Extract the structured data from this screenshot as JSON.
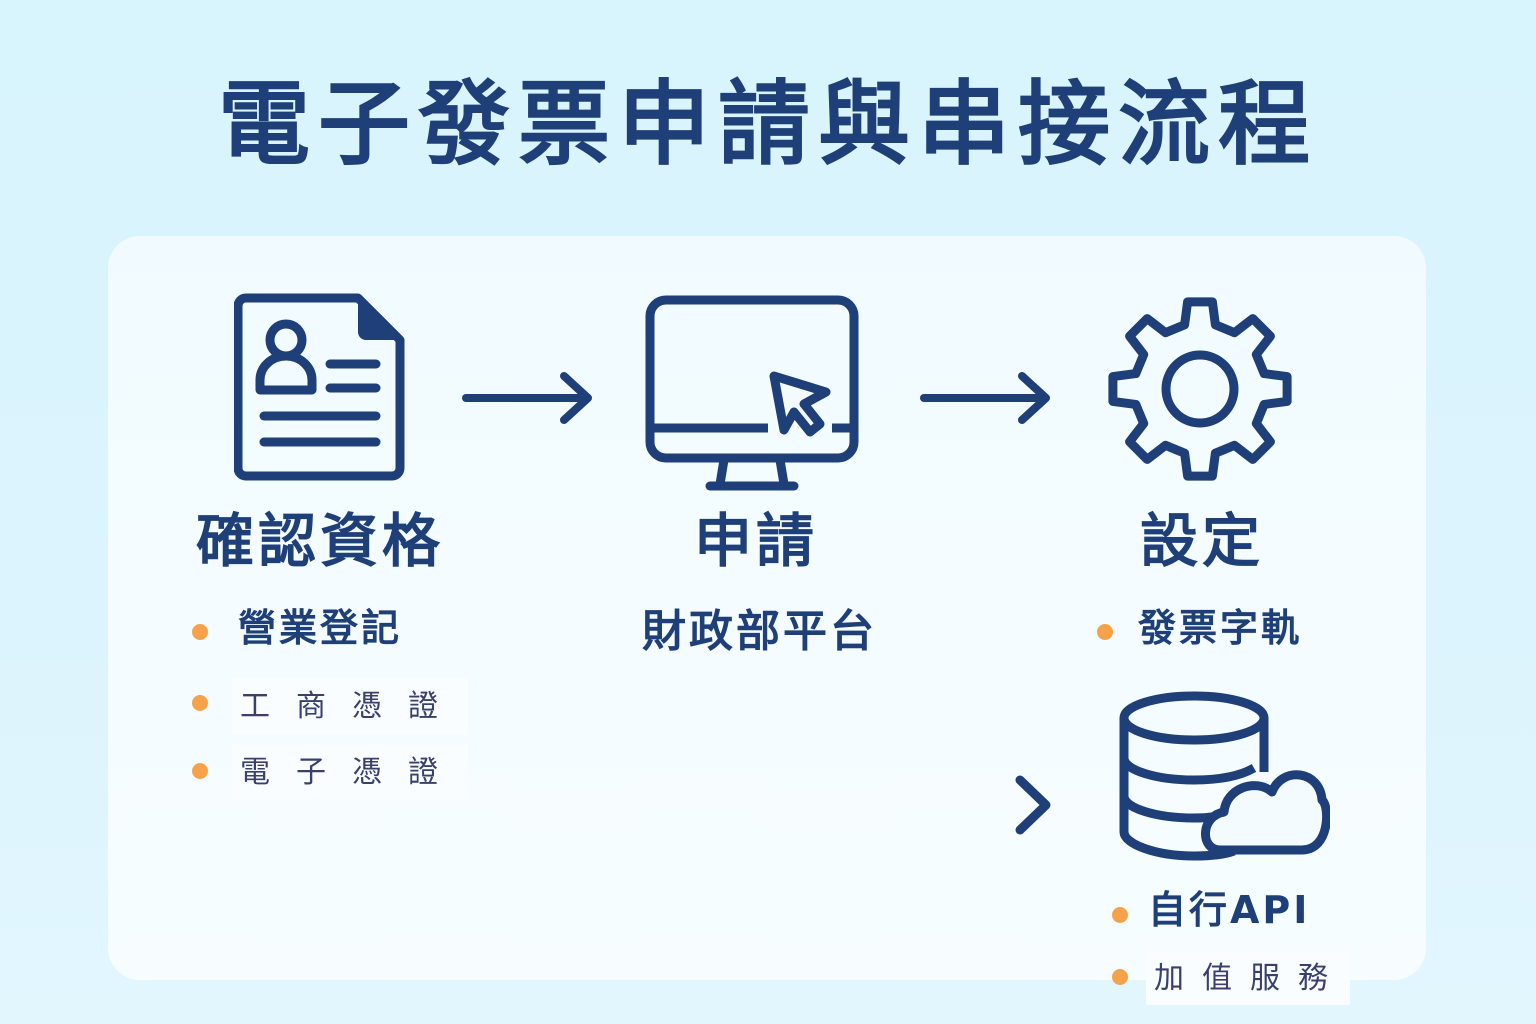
{
  "title": "電子發票申請與串接流程",
  "steps": [
    {
      "icon": "document-id-icon",
      "label": "確認資格",
      "items": [
        "營業登記",
        "工商憑證",
        "電子憑證"
      ]
    },
    {
      "icon": "monitor-cursor-icon",
      "label": "申請",
      "subtitle": "財政部平台"
    },
    {
      "icon": "gear-icon",
      "label": "設定",
      "items": [
        "發票字軌"
      ]
    }
  ],
  "integration": {
    "icon": "database-cloud-icon",
    "items": [
      "自行API",
      "加值服務"
    ]
  },
  "colors": {
    "primary": "#1f3f78",
    "bullet": "#f5a24a",
    "background": "#d8f4fd",
    "card": "#f3fbff"
  }
}
